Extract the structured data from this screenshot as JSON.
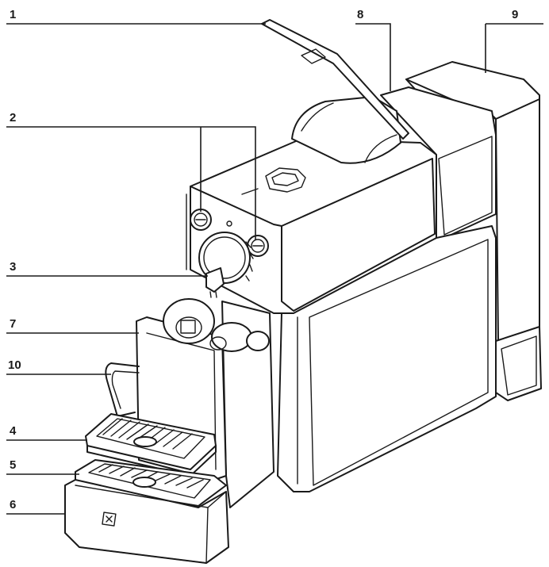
{
  "diagram": {
    "callout_labels": [
      "1",
      "2",
      "3",
      "4",
      "5",
      "6",
      "7",
      "8",
      "9",
      "10"
    ]
  },
  "icons": {
    "logo_mark": "logo-emblem-icon"
  }
}
